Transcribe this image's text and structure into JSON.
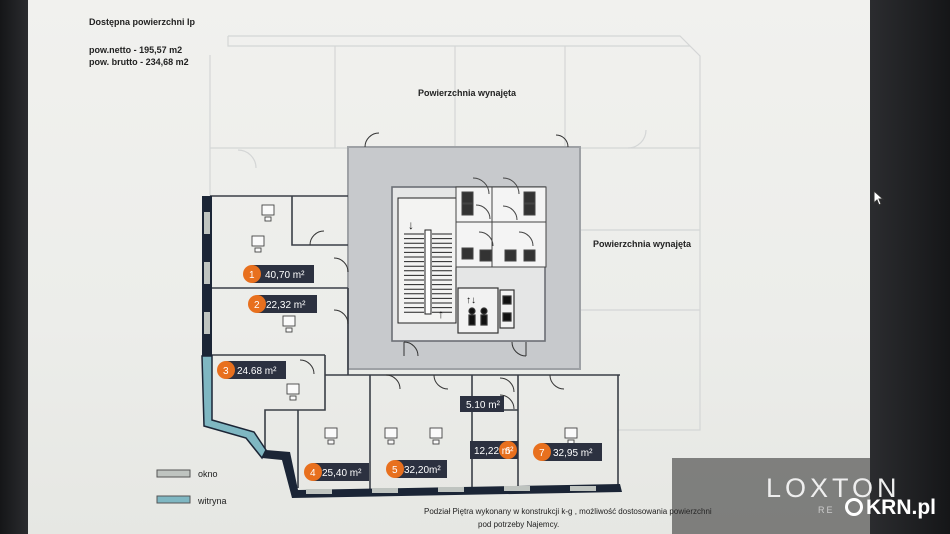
{
  "header": {
    "title": "Dostępna powierzchni Ip",
    "net_area": "pow.netto - 195,57 m2",
    "gross_area": "pow. brutto - 234,68 m2"
  },
  "zones": {
    "rented_top": "Powierzchnia wynajęta",
    "rented_right": "Powierzchnia wynajęta"
  },
  "units": [
    {
      "num": "1",
      "area": "40,70 m²"
    },
    {
      "num": "2",
      "area": "22,32 m²"
    },
    {
      "num": "3",
      "area": "24.68 m²"
    },
    {
      "num": "4",
      "area": "25,40 m²"
    },
    {
      "num": "5",
      "area": "32,20m²"
    },
    {
      "num": "6",
      "area": "12,22 m²"
    },
    {
      "num": "7",
      "area": "32,95 m²"
    }
  ],
  "unit_extra": {
    "area": "5.10 m²"
  },
  "legend": {
    "window": "okno",
    "shopfront": "witryna",
    "window_color": "#bfc4c0",
    "shopfront_color": "#7fb7c2"
  },
  "footnote": {
    "line1": "Podział Piętra wykonany w konstrukcji k-g , możliwość dostosowania powierzchni",
    "line2": "pod potrzeby Najemcy."
  },
  "watermark": {
    "brand": "LOXTON",
    "sub": "RE",
    "site": "KRN.pl"
  },
  "colors": {
    "badge": "#e8701e",
    "label_bg": "#2c3140",
    "core": "#c7c9cc",
    "wall_dark": "#1b2536"
  }
}
